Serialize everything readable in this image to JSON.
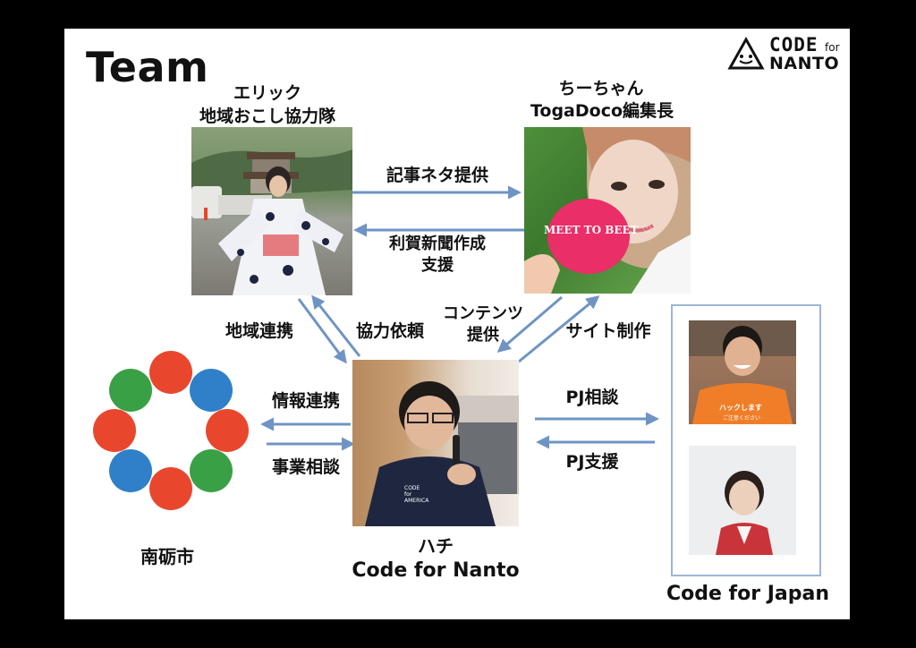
{
  "slide": {
    "title": "Team"
  },
  "logo": {
    "line1": "CODE",
    "line1_suffix": "for",
    "line2": "NANTO"
  },
  "people": {
    "eric": {
      "name": "エリック",
      "role": "地域おこし協力隊"
    },
    "chi": {
      "name": "ちーちゃん",
      "role": "TogaDoco編集長",
      "photo_sign": "MEET TO BEET ♡"
    },
    "hachi": {
      "name": "ハチ",
      "role": "Code for Nanto",
      "shirt_text": "CODE for AMERICA"
    }
  },
  "nanto_city": {
    "label": "南砺市"
  },
  "code_for_japan": {
    "label": "Code for Japan",
    "shirt_text": "ハックします",
    "shirt_text2": "ご注意ください"
  },
  "arrows": {
    "eric_to_chi": "記事ネタ提供",
    "chi_to_eric_line1": "利賀新聞作成",
    "chi_to_eric_line2": "支援",
    "eric_to_hachi": "地域連携",
    "hachi_to_eric": "協力依頼",
    "chi_to_hachi_line1": "コンテンツ",
    "chi_to_hachi_line2": "提供",
    "hachi_to_chi": "サイト制作",
    "hachi_to_city": "情報連携",
    "city_to_hachi": "事業相談",
    "hachi_to_cfj": "PJ相談",
    "cfj_to_hachi": "PJ支援"
  },
  "colors": {
    "arrow": "#6f94c4",
    "red": "#e8472e",
    "green": "#3aa045",
    "blue": "#2f80c8"
  }
}
